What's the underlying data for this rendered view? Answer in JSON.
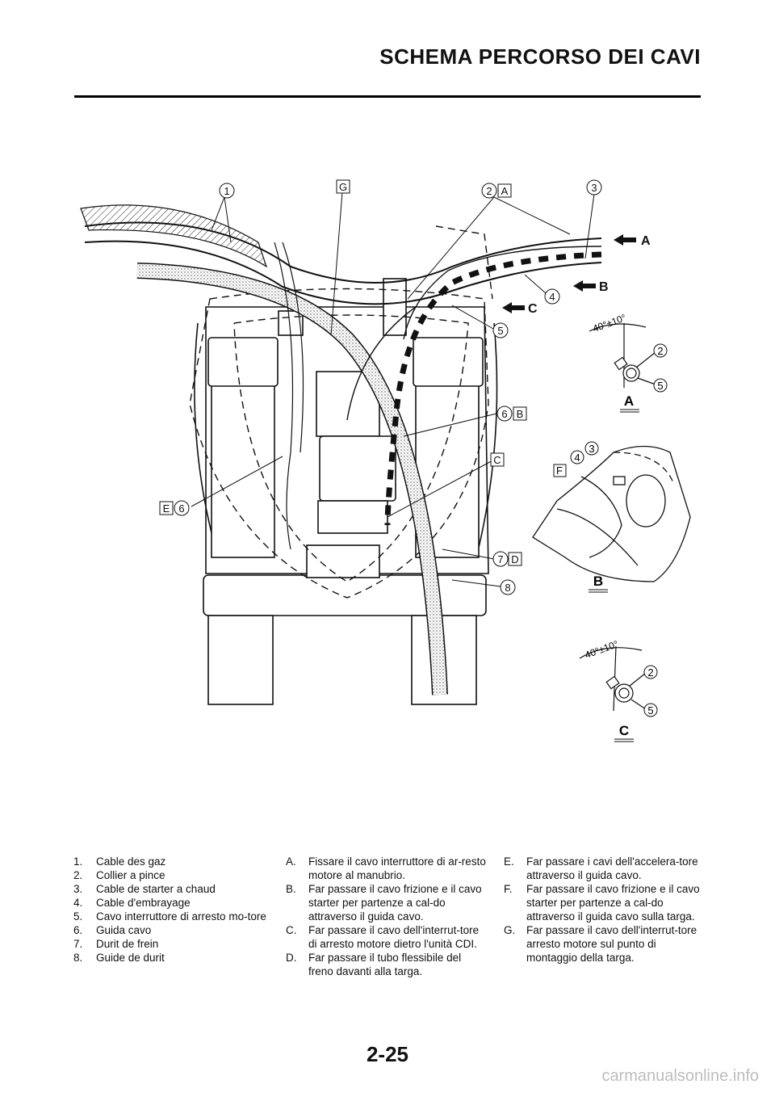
{
  "header": {
    "title": "SCHEMA PERCORSO DEI CAVI"
  },
  "figure": {
    "callouts": [
      "1",
      "G",
      "2",
      "A",
      "3",
      "4",
      "B",
      "5",
      "C",
      "6",
      "B",
      "C",
      "E",
      "6",
      "7",
      "D",
      "8"
    ],
    "arrow_labels": {
      "a": "A",
      "b": "B",
      "c": "C"
    },
    "detail_a": {
      "angle": "40°±10°",
      "n2": "2",
      "n5": "5",
      "label": "A"
    },
    "detail_b": {
      "n4": "4",
      "n3": "3",
      "f": "F",
      "label": "B"
    },
    "detail_c": {
      "angle": "40°±10°",
      "n2": "2",
      "n5": "5",
      "label": "C"
    }
  },
  "legend": {
    "col1": [
      {
        "n": "1.",
        "t": "Cable des gaz"
      },
      {
        "n": "2.",
        "t": "Collier a pince"
      },
      {
        "n": "3.",
        "t": "Cable de starter a chaud"
      },
      {
        "n": "4.",
        "t": "Cable d'embrayage"
      },
      {
        "n": "5.",
        "t": "Cavo interruttore di arresto mo-tore"
      },
      {
        "n": "6.",
        "t": "Guida cavo"
      },
      {
        "n": "7.",
        "t": "Durit de frein"
      },
      {
        "n": "8.",
        "t": "Guide de durit"
      }
    ],
    "col2": [
      {
        "n": "A.",
        "t": "Fissare il cavo interruttore di ar-resto motore al manubrio."
      },
      {
        "n": "B.",
        "t": "Far passare il cavo frizione e il cavo starter per partenze a cal-do attraverso il guida cavo."
      },
      {
        "n": "C.",
        "t": "Far passare il cavo dell'interrut-tore di arresto motore dietro l'unità CDI."
      },
      {
        "n": "D.",
        "t": "Far passare il tubo flessibile del freno davanti alla targa."
      }
    ],
    "col3": [
      {
        "n": "E.",
        "t": "Far passare i cavi dell'accelera-tore attraverso il guida cavo."
      },
      {
        "n": "F.",
        "t": "Far passare il cavo frizione e il cavo starter per partenze a cal-do attraverso il guida cavo sulla targa."
      },
      {
        "n": "G.",
        "t": "Far passare il cavo dell'interrut-tore arresto motore sul punto di montaggio della targa."
      }
    ]
  },
  "page_number": "2-25",
  "watermark": "carmanualsonline.info"
}
